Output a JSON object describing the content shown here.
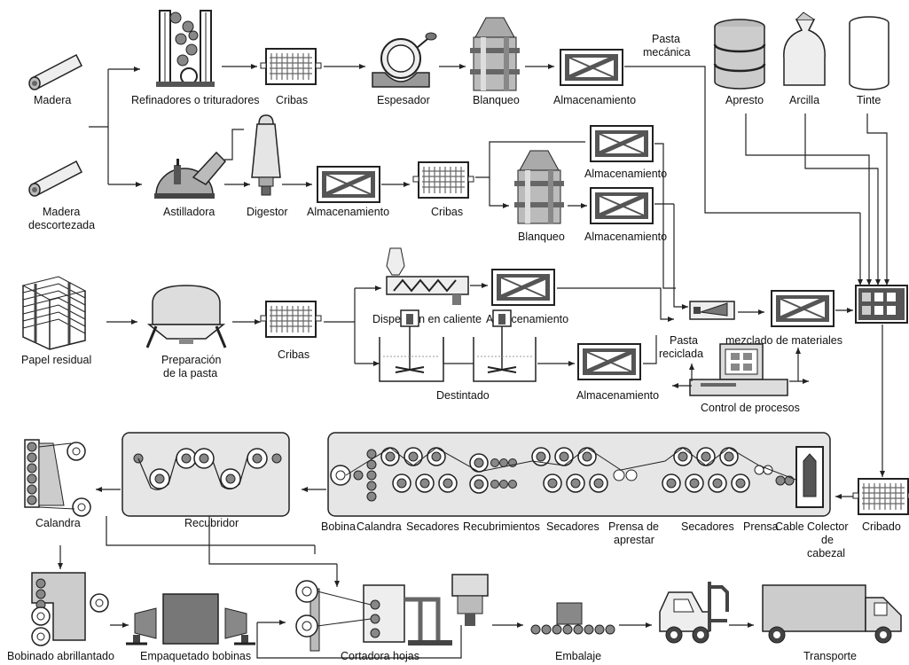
{
  "labels": {
    "madera": "Madera",
    "madera_descortezada_1": "Madera",
    "madera_descortezada_2": "descortezada",
    "refinadores": "Refinadores o trituradores",
    "cribas_1": "Cribas",
    "espesador": "Espesador",
    "blanqueo_1": "Blanqueo",
    "almacenamiento_1": "Almacenamiento",
    "pasta_mecanica_1": "Pasta",
    "pasta_mecanica_2": "mecánica",
    "apresto": "Apresto",
    "arcilla": "Arcilla",
    "tinte": "Tinte",
    "astilladora": "Astilladora",
    "digestor": "Digestor",
    "almacenamiento_2": "Almacenamiento",
    "cribas_2": "Cribas",
    "blanqueo_2": "Blanqueo",
    "almacenamiento_3": "Almacenamiento",
    "almacenamiento_4": "Almacenamiento",
    "papel_residual": "Papel residual",
    "preparacion_1": "Preparación",
    "preparacion_2": "de la pasta",
    "cribas_3": "Cribas",
    "dispersion": "Dispersión en caliente",
    "almacenamiento_5": "Almacenamiento",
    "destintado": "Destintado",
    "almacenamiento_6": "Almacenamiento",
    "pasta_reciclada_1": "Pasta",
    "pasta_reciclada_2": "reciclada",
    "mezclado": "mezclado de materiales",
    "control": "Control de procesos",
    "calandra_1": "Calandra",
    "recubridor": "Recubridor",
    "bobina": "Bobina",
    "calandra_2": "Calandra",
    "secadores_1": "Secadores",
    "recubrimientos": "Recubrimientos",
    "secadores_2": "Secadores",
    "prensa_apresto_1": "Prensa de",
    "prensa_apresto_2": "aprestar",
    "secadores_3": "Secadores",
    "prensa": "Prensa",
    "cable": "Cable",
    "colector_1": "Colector",
    "colector_2": "de",
    "colector_3": "cabezal",
    "cribado": "Cribado",
    "bobinado": "Bobinado abrillantado",
    "empaquetado": "Empaquetado bobinas",
    "cortadora": "Cortadora hojas",
    "embalaje": "Embalaje",
    "transporte": "Transporte"
  }
}
